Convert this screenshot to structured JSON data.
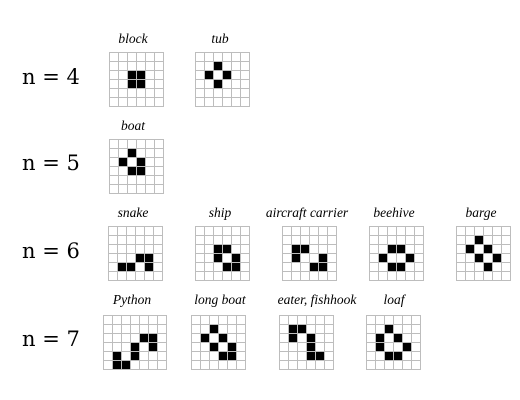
{
  "colors": {
    "live": "#000000",
    "dead": "#ffffff",
    "grid_line": "#bdbdbd"
  },
  "rows": [
    {
      "label": "n = 4",
      "patterns": [
        {
          "name": "block",
          "cols": 6,
          "rows": 6,
          "live": [
            [
              2,
              2
            ],
            [
              3,
              2
            ],
            [
              2,
              3
            ],
            [
              3,
              3
            ]
          ]
        },
        {
          "name": "tub",
          "cols": 6,
          "rows": 6,
          "live": [
            [
              2,
              1
            ],
            [
              1,
              2
            ],
            [
              3,
              2
            ],
            [
              2,
              3
            ]
          ]
        }
      ]
    },
    {
      "label": "n = 5",
      "patterns": [
        {
          "name": "boat",
          "cols": 6,
          "rows": 6,
          "live": [
            [
              2,
              1
            ],
            [
              1,
              2
            ],
            [
              3,
              2
            ],
            [
              2,
              3
            ],
            [
              3,
              3
            ]
          ]
        }
      ]
    },
    {
      "label": "n = 6",
      "patterns": [
        {
          "name": "snake",
          "cols": 6,
          "rows": 6,
          "live": [
            [
              3,
              3
            ],
            [
              4,
              3
            ],
            [
              1,
              4
            ],
            [
              2,
              4
            ],
            [
              4,
              4
            ]
          ]
        },
        {
          "name": "ship",
          "cols": 6,
          "rows": 6,
          "live": [
            [
              2,
              2
            ],
            [
              3,
              2
            ],
            [
              2,
              3
            ],
            [
              4,
              3
            ],
            [
              3,
              4
            ],
            [
              4,
              4
            ]
          ]
        },
        {
          "name": "aircraft carrier",
          "cols": 6,
          "rows": 6,
          "live": [
            [
              1,
              2
            ],
            [
              2,
              2
            ],
            [
              1,
              3
            ],
            [
              4,
              3
            ],
            [
              3,
              4
            ],
            [
              4,
              4
            ]
          ]
        },
        {
          "name": "beehive",
          "cols": 6,
          "rows": 6,
          "live": [
            [
              2,
              2
            ],
            [
              3,
              2
            ],
            [
              1,
              3
            ],
            [
              4,
              3
            ],
            [
              2,
              4
            ],
            [
              3,
              4
            ]
          ]
        },
        {
          "name": "barge",
          "cols": 6,
          "rows": 6,
          "live": [
            [
              2,
              1
            ],
            [
              1,
              2
            ],
            [
              3,
              2
            ],
            [
              2,
              3
            ],
            [
              4,
              3
            ],
            [
              3,
              4
            ]
          ]
        }
      ]
    },
    {
      "label": "n = 7",
      "patterns": [
        {
          "name": "Python",
          "cols": 7,
          "rows": 6,
          "live": [
            [
              4,
              2
            ],
            [
              5,
              2
            ],
            [
              3,
              3
            ],
            [
              5,
              3
            ],
            [
              1,
              4
            ],
            [
              3,
              4
            ],
            [
              1,
              5
            ],
            [
              2,
              5
            ]
          ]
        },
        {
          "name": "long boat",
          "cols": 6,
          "rows": 6,
          "live": [
            [
              2,
              1
            ],
            [
              1,
              2
            ],
            [
              3,
              2
            ],
            [
              2,
              3
            ],
            [
              4,
              3
            ],
            [
              3,
              4
            ],
            [
              4,
              4
            ]
          ]
        },
        {
          "name": "eater, fishhook",
          "cols": 6,
          "rows": 6,
          "live": [
            [
              1,
              1
            ],
            [
              2,
              1
            ],
            [
              1,
              2
            ],
            [
              3,
              2
            ],
            [
              3,
              3
            ],
            [
              3,
              4
            ],
            [
              4,
              4
            ]
          ]
        },
        {
          "name": "loaf",
          "cols": 6,
          "rows": 6,
          "live": [
            [
              2,
              1
            ],
            [
              1,
              2
            ],
            [
              3,
              2
            ],
            [
              1,
              3
            ],
            [
              4,
              3
            ],
            [
              2,
              4
            ],
            [
              3,
              4
            ]
          ]
        }
      ]
    }
  ]
}
